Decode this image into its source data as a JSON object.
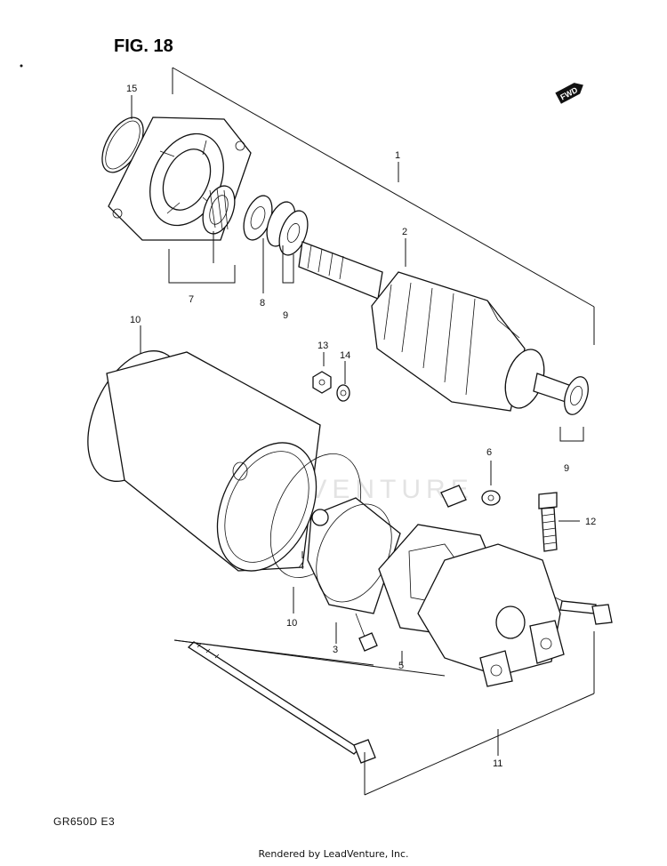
{
  "figure_title": "FIG. 18",
  "fwd_tag": "FWD",
  "model_code": "GR650D  E3",
  "watermark": "LEADVENTURE",
  "footer": "Rendered by LeadVenture, Inc.",
  "callouts": [
    "15",
    "1",
    "2",
    "7",
    "8",
    "9",
    "10",
    "13",
    "14",
    "9",
    "6",
    "12",
    "4",
    "10",
    "3",
    "5",
    "11"
  ]
}
